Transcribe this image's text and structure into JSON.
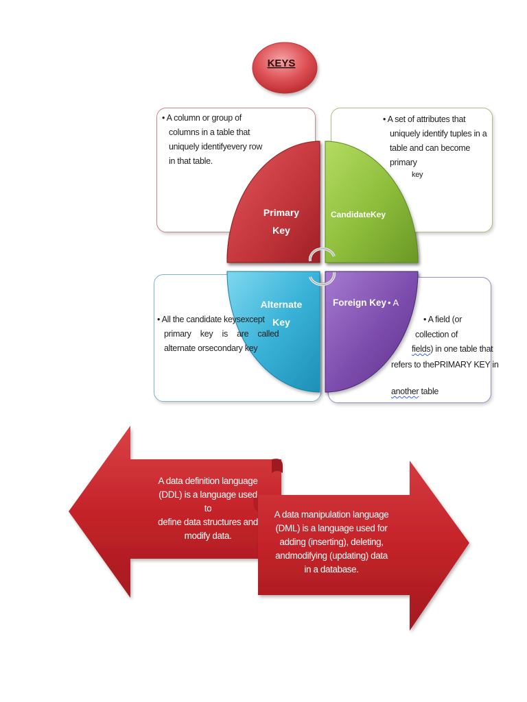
{
  "title": "KEYS",
  "keys": {
    "primary": {
      "label_line1": "Primary",
      "label_line2": "Key",
      "desc_lines": [
        "A column or group of",
        "columns in a table that",
        "uniquely identifyevery row",
        "in that table."
      ]
    },
    "candidate": {
      "label": "CandidateKey",
      "desc_lines": [
        "A set of attributes that",
        "uniquely identify tuples in a",
        "table and can become",
        "primary",
        "key"
      ]
    },
    "alternate": {
      "label_line1": "Alternate",
      "label_line2": "Key",
      "desc_line1": "All the candidate keysexcept",
      "desc_line2": "primary key is are called",
      "desc_line3": "alternate orsecondary key"
    },
    "foreign": {
      "label": "Foreign Key",
      "label_suffix": "A",
      "desc_line1": "A field (or",
      "desc_line2": "collection of",
      "desc_line3_a": "fields",
      "desc_line3_b": ") in one table that",
      "desc_line4": "refers to thePRIMARY KEY in",
      "desc_line5_a": "another",
      "desc_line5_b": " table"
    }
  },
  "ddl": {
    "lines": [
      "A data definition language",
      "(DDL) is a language used to",
      "define data structures and",
      "modify data."
    ]
  },
  "dml": {
    "lines": [
      "A data manipulation language",
      "(DML) is a language used for",
      "adding (inserting), deleting,",
      "andmodifying (updating) data",
      "in a database."
    ]
  },
  "colors": {
    "primary": "#c0363a",
    "candidate": "#8ab83a",
    "alternate": "#3ab0d4",
    "foreign": "#7a4aa8",
    "arrow": "#c8252b",
    "title_fill": "#d9474c"
  }
}
